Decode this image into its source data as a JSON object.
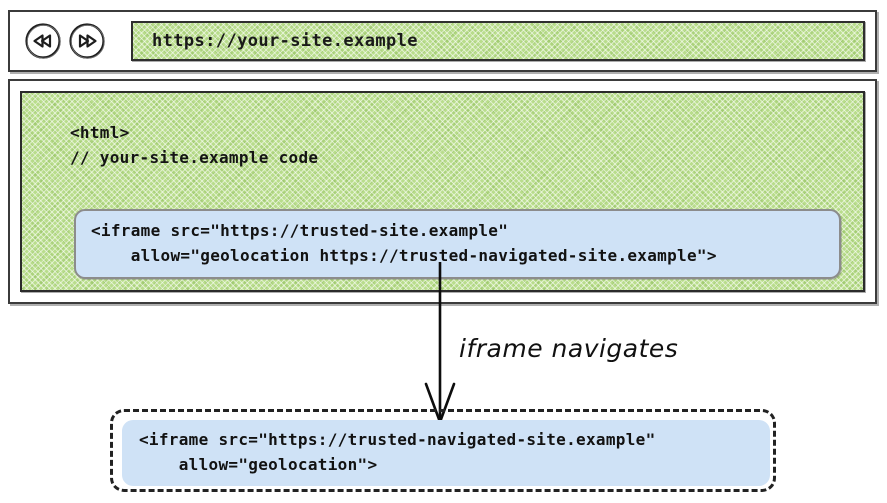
{
  "browser": {
    "back_icon": "rewind-icon",
    "forward_icon": "fast-forward-icon",
    "url": "https://your-site.example"
  },
  "page": {
    "code_line_1": "<html>",
    "code_line_2": "// your-site.example code",
    "embedded_iframe": {
      "line_1": "<iframe src=\"https://trusted-site.example\"",
      "line_2": "    allow=\"geolocation https://trusted-navigated-site.example\">"
    }
  },
  "annotation": {
    "arrow_label": "iframe navigates",
    "arrow_icon": "down-arrow-icon"
  },
  "navigated": {
    "line_1": "<iframe src=\"https://trusted-navigated-site.example\"",
    "line_2": "    allow=\"geolocation\">"
  },
  "colors": {
    "page_hatch": "#b9dd8c",
    "iframe_fill": "#cfe2f6",
    "iframe_border": "#8c8c8c",
    "frame_border": "#3b3b3b",
    "ink": "#111111"
  }
}
